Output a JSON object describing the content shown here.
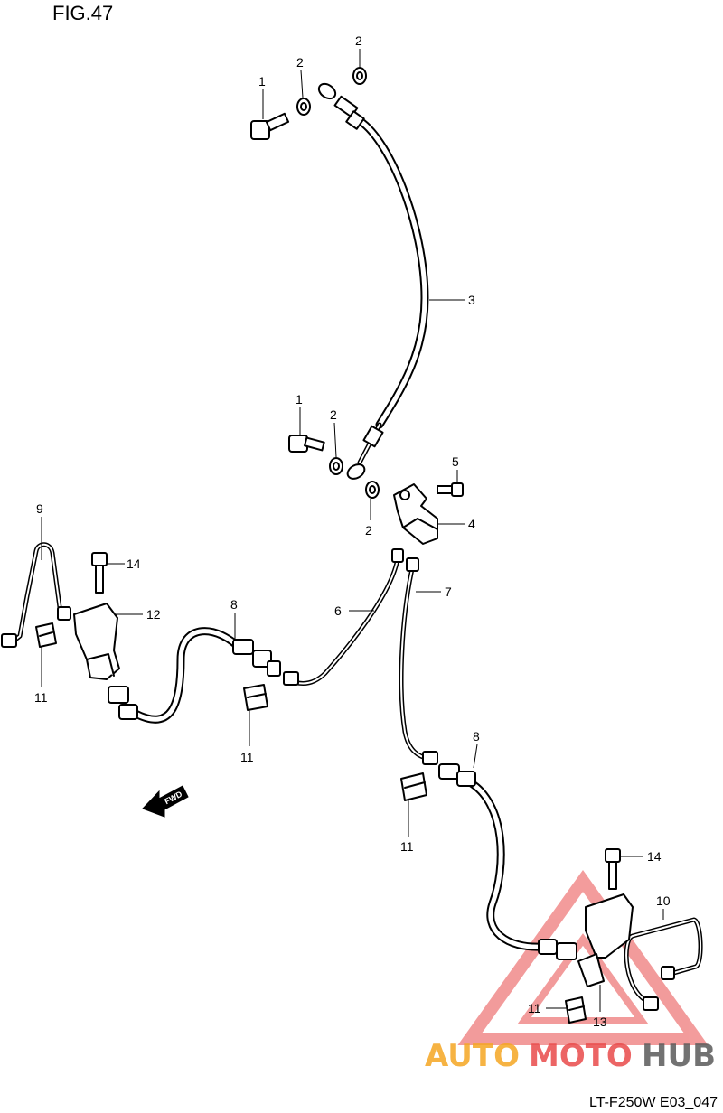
{
  "figure": {
    "title": "FIG.47",
    "code": "LT-F250W E03_047",
    "fwd_label": "FWD"
  },
  "callouts": [
    {
      "id": "c1a",
      "label": "1"
    },
    {
      "id": "c2a",
      "label": "2"
    },
    {
      "id": "c2b",
      "label": "2"
    },
    {
      "id": "c3",
      "label": "3"
    },
    {
      "id": "c1b",
      "label": "1"
    },
    {
      "id": "c2c",
      "label": "2"
    },
    {
      "id": "c2d",
      "label": "2"
    },
    {
      "id": "c5",
      "label": "5"
    },
    {
      "id": "c4",
      "label": "4"
    },
    {
      "id": "c9",
      "label": "9"
    },
    {
      "id": "c14a",
      "label": "14"
    },
    {
      "id": "c12",
      "label": "12"
    },
    {
      "id": "c8a",
      "label": "8"
    },
    {
      "id": "c6",
      "label": "6"
    },
    {
      "id": "c7",
      "label": "7"
    },
    {
      "id": "c11a",
      "label": "11"
    },
    {
      "id": "c11b",
      "label": "11"
    },
    {
      "id": "c8b",
      "label": "8"
    },
    {
      "id": "c11c",
      "label": "11"
    },
    {
      "id": "c14b",
      "label": "14"
    },
    {
      "id": "c10",
      "label": "10"
    },
    {
      "id": "c11d",
      "label": "11"
    },
    {
      "id": "c13",
      "label": "13"
    }
  ],
  "watermark": {
    "part1": "AUTO",
    "part2": "MOTO",
    "part3": "HUB",
    "color_orange": "#f5a623",
    "color_red": "#e94b4b",
    "color_gray": "#5a5a5a"
  }
}
